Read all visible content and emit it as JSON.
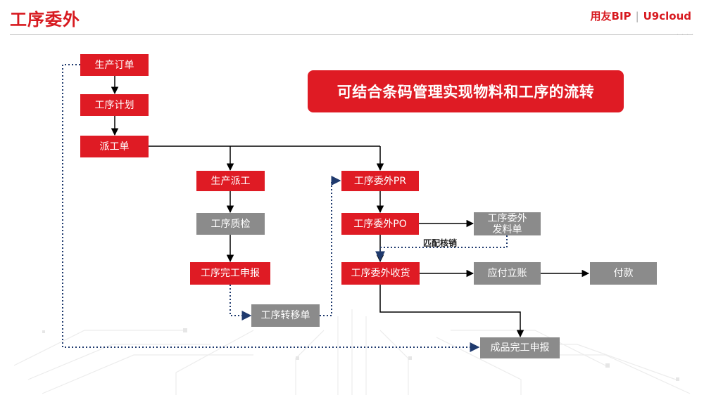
{
  "header": {
    "title": "工序委外",
    "brand_left": "用友BIP",
    "brand_sep": "|",
    "brand_right": "U9cloud",
    "corner_mark": "· · · ·"
  },
  "callout": "可结合条码管理实现物料和工序的流转",
  "nodes": {
    "production_order": "生产订单",
    "process_plan": "工序计划",
    "dispatch_order": "派工单",
    "production_dispatch": "生产派工",
    "process_qc": "工序质检",
    "process_completion": "工序完工申报",
    "process_transfer": "工序转移单",
    "outsource_pr": "工序委外PR",
    "outsource_po": "工序委外PO",
    "outsource_issue_line1": "工序委外",
    "outsource_issue_line2": "发料单",
    "outsource_receipt": "工序委外收货",
    "ap_posting": "应付立账",
    "payment": "付款",
    "finished_completion": "成品完工申报"
  },
  "match_label": "匹配核销",
  "colors": {
    "red": "#df1b24",
    "gray": "#8b8b8b",
    "dotted": "#1f3a6e",
    "line": "#000000"
  }
}
